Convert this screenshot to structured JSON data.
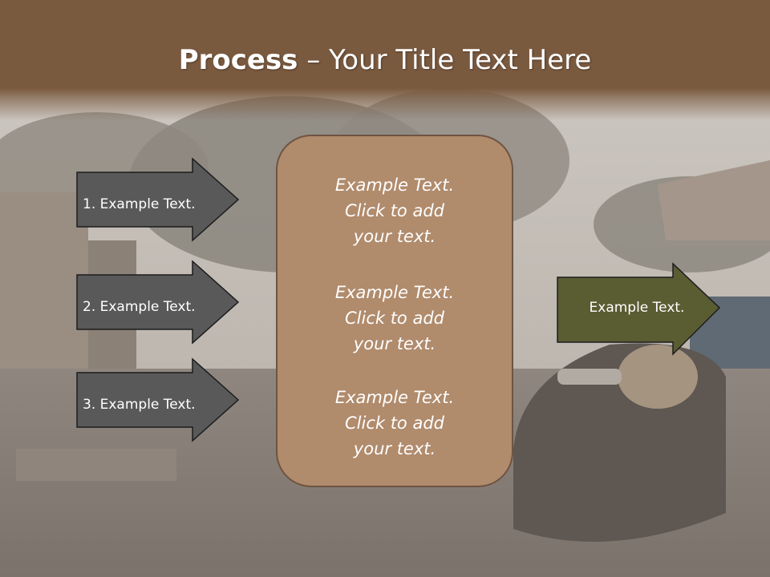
{
  "slide": {
    "title_bold": "Process",
    "title_rest": " – Your Title Text Here"
  },
  "left_steps": [
    {
      "label": "1. Example Text."
    },
    {
      "label": "2. Example Text."
    },
    {
      "label": "3. Example Text."
    }
  ],
  "center_box": {
    "blocks": [
      {
        "lines": [
          "Example Text.",
          "Click  to add",
          "your text."
        ]
      },
      {
        "lines": [
          "Example Text.",
          "Click  to add",
          "your text."
        ]
      },
      {
        "lines": [
          "Example Text.",
          "Click  to add",
          "your text."
        ]
      }
    ]
  },
  "right_arrow": {
    "label": "Example Text."
  },
  "colors": {
    "title_bar": "#7a5a3f",
    "step_arrow_fill": "#595959",
    "center_box_fill": "#b08b6c",
    "right_arrow_fill": "#5a5c32",
    "text": "#ffffff"
  }
}
